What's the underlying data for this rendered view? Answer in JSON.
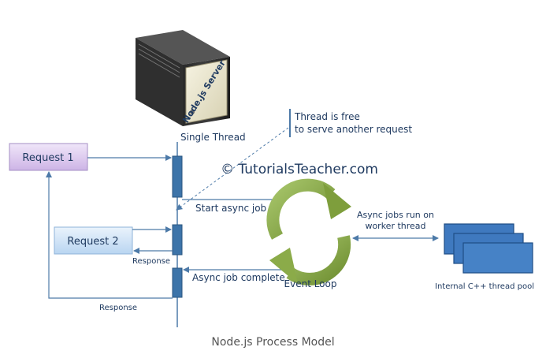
{
  "server": {
    "label": "Node.js Server"
  },
  "thread": {
    "label": "Single Thread"
  },
  "requests": [
    {
      "label": "Request 1"
    },
    {
      "label": "Request 2"
    }
  ],
  "labels": {
    "thread_free_line1": "Thread is free",
    "thread_free_line2": "to serve another request",
    "start_async": "Start async job",
    "async_complete": "Async job complete",
    "event_loop": "Event Loop",
    "async_jobs_line1": "Async jobs run on",
    "async_jobs_line2": "worker thread",
    "thread_pool": "Internal C++ thread pool",
    "response_1": "Response",
    "response_2": "Response"
  },
  "watermark": "© TutorialsTeacher.com",
  "caption": "Node.js Process Model",
  "colors": {
    "request1_fill": "#e3d3f2",
    "request2_fill": "#d3e5f7",
    "thread_bar": "#3d74a9",
    "arrow": "#4d7aa8",
    "loop_green": "#8bab49",
    "pool_blue": "#3f79bf"
  }
}
